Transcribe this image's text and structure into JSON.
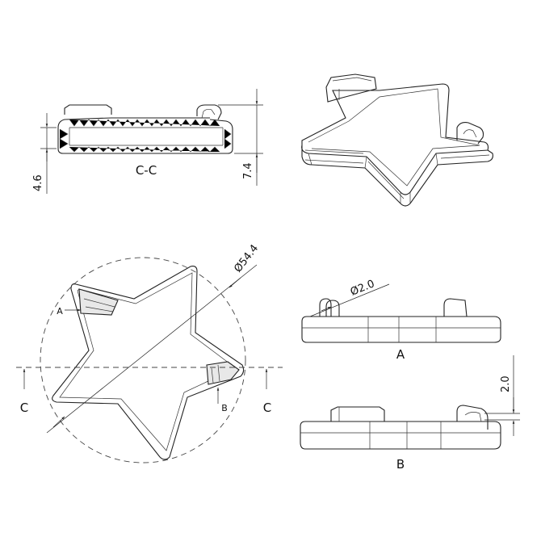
{
  "labels": {
    "section": "C-C",
    "dim_thickness": "4.6",
    "dim_height": "7.4",
    "dim_diameter": "Ø54.4",
    "dim_hole": "Ø2.0",
    "dim_hook": "2.0",
    "cut_left": "C",
    "cut_right": "C",
    "marker_a": "A",
    "marker_b": "B",
    "view_a": "A",
    "view_b": "B"
  }
}
